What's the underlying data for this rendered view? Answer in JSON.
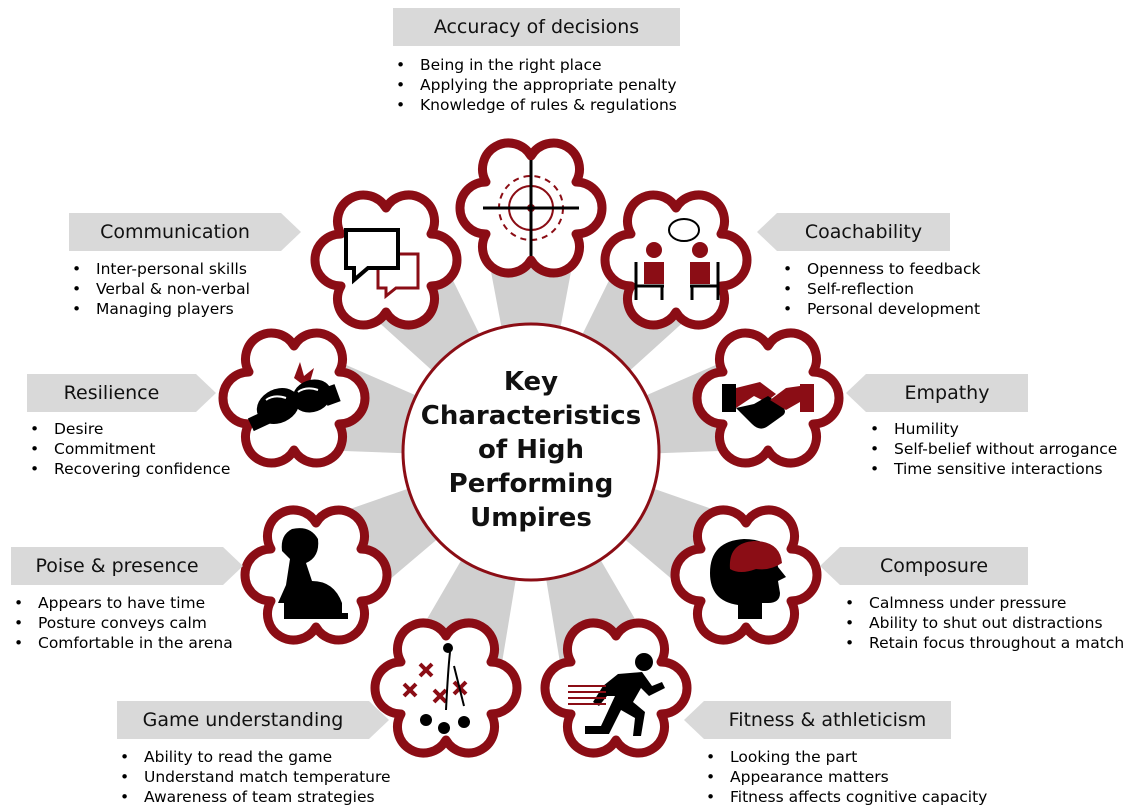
{
  "colors": {
    "accent": "#8b0d15",
    "label_bg": "#d9d9d9",
    "spoke": "#d0d0d0"
  },
  "center": {
    "lines": [
      "Key",
      "Characteristics",
      "of High",
      "Performing",
      "Umpires"
    ]
  },
  "sections": [
    {
      "title": "Accuracy of decisions",
      "icon": "crosshair-icon",
      "bullets": [
        "Being in the right place",
        "Applying the appropriate penalty",
        "Knowledge of rules & regulations"
      ]
    },
    {
      "title": "Coachability",
      "icon": "coaching-conversation-icon",
      "bullets": [
        "Openness to feedback",
        "Self-reflection",
        "Personal development"
      ]
    },
    {
      "title": "Empathy",
      "icon": "handshake-icon",
      "bullets": [
        "Humility",
        "Self-belief without arrogance",
        "Time sensitive interactions"
      ]
    },
    {
      "title": "Composure",
      "icon": "head-brain-icon",
      "bullets": [
        "Calmness under pressure",
        "Ability to shut out distractions",
        "Retain focus throughout a match"
      ]
    },
    {
      "title": "Fitness & athleticism",
      "icon": "runner-icon",
      "bullets": [
        "Looking the part",
        "Appearance matters",
        "Fitness affects cognitive capacity"
      ]
    },
    {
      "title": "Game understanding",
      "icon": "tactics-board-icon",
      "bullets": [
        "Ability to read the game",
        "Understand match temperature",
        "Awareness of team strategies"
      ]
    },
    {
      "title": "Poise & presence",
      "icon": "lion-statue-icon",
      "bullets": [
        "Appears to have time",
        "Posture conveys calm",
        "Comfortable in the arena"
      ]
    },
    {
      "title": "Resilience",
      "icon": "boxing-gloves-icon",
      "bullets": [
        "Desire",
        "Commitment",
        "Recovering confidence"
      ]
    },
    {
      "title": "Communication",
      "icon": "speech-bubbles-icon",
      "bullets": [
        "Inter-personal skills",
        "Verbal & non-verbal",
        "Managing players"
      ]
    }
  ]
}
